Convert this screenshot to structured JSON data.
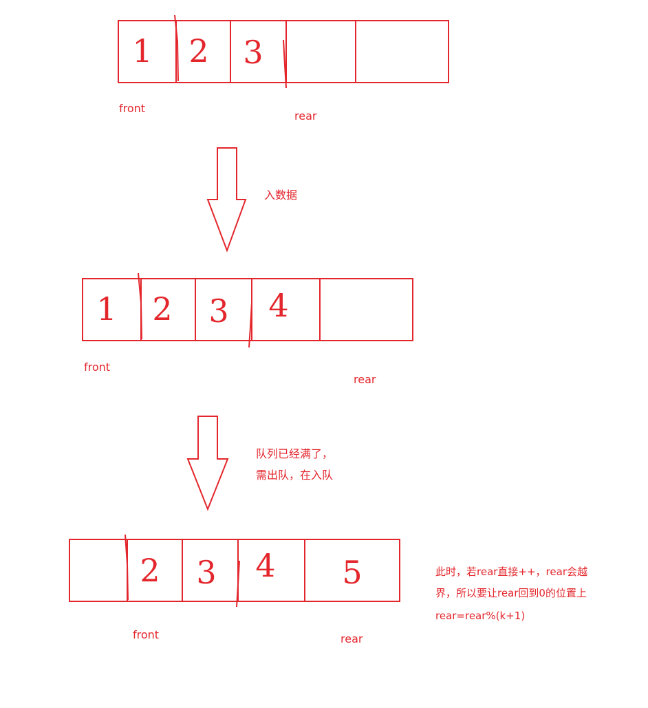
{
  "stroke_color": "#e3262c",
  "queues": [
    {
      "cells": [
        "1",
        "2",
        "3",
        "",
        ""
      ],
      "front_label": "front",
      "rear_label": "rear"
    },
    {
      "cells": [
        "1",
        "2",
        "3",
        "4",
        ""
      ],
      "front_label": "front",
      "rear_label": "rear"
    },
    {
      "cells": [
        "",
        "2",
        "3",
        "4",
        "5"
      ],
      "front_label": "front",
      "rear_label": "rear"
    }
  ],
  "arrows": [
    {
      "label_lines": [
        "入数据"
      ]
    },
    {
      "label_lines": [
        "队列已经满了，",
        "需出队，在入队"
      ]
    }
  ],
  "note": {
    "lines": [
      "此时，若rear直接++，rear会越",
      "界，所以要让rear回到0的位置上",
      "rear=rear%(k+1)"
    ]
  }
}
